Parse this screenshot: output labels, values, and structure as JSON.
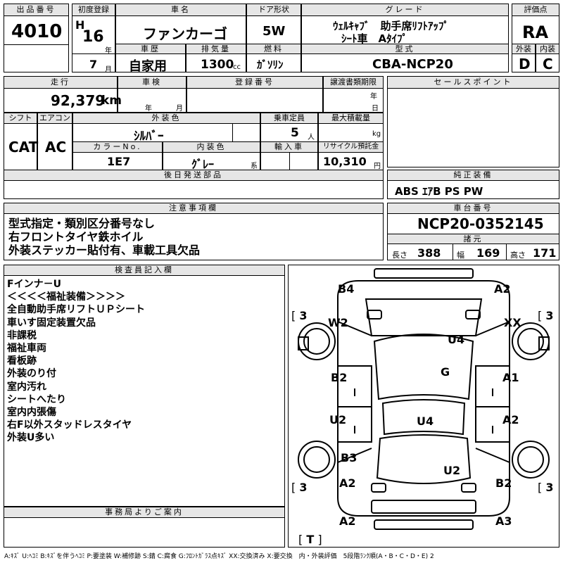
{
  "header": {
    "lot_label": "出品番号",
    "lot_no": "4010",
    "first_reg_label": "初度登録",
    "era": "H",
    "year": "16",
    "year_unit": "年",
    "month": "7",
    "month_unit": "月",
    "name_label": "車名",
    "name": "ファンカーゴ",
    "door_label": "ドア形状",
    "door": "5W",
    "grade_label": "グレード",
    "grade_line1": "ｳｪﾙｷｬﾌﾞ　助手席ﾘﾌﾄｱｯﾌﾟ",
    "grade_line2": "ｼｰﾄ車　Aﾀｲﾌﾟ",
    "score_label": "評価点",
    "score": "RA",
    "history_label": "車歴",
    "history": "自家用",
    "displacement_label": "排気量",
    "displacement": "1300",
    "displacement_unit": "cc",
    "fuel_label": "燃料",
    "fuel": "ｶﾞｿﾘﾝ",
    "model_label": "型式",
    "model": "CBA-NCP20",
    "ext_label": "外装",
    "ext_grade": "D",
    "int_label": "内装",
    "int_grade": "C"
  },
  "row2": {
    "mileage_label": "走行",
    "mileage": "92,379",
    "mileage_unit": "km",
    "inspection_label": "車検",
    "insp_year_unit": "年",
    "insp_month_unit": "月",
    "reg_no_label": "登録番号",
    "transfer_label": "譲渡書類期限",
    "tr_year_unit": "年",
    "tr_month_unit": "月",
    "tr_day_unit": "日",
    "sales_label": "セールスポイント"
  },
  "row3": {
    "shift_label": "シフト",
    "shift": "CAT",
    "ac_label": "エアコン",
    "ac": "AC",
    "color_label": "外装色",
    "color": "ｼﾙﾊﾞｰ",
    "capacity_label": "乗車定員",
    "capacity": "5",
    "capacity_unit": "人",
    "load_label": "最大積載量",
    "load_unit": "kg",
    "color_no_label": "カラーNo.",
    "color_no": "1E7",
    "int_color_label": "内装色",
    "int_color": "ｸﾞﾚｰ",
    "int_color_unit": "系",
    "import_label": "輸入車",
    "recycle_label": "リサイクル預託金",
    "recycle": "10,310",
    "recycle_unit": "円"
  },
  "later_parts_label": "後日発送部品",
  "genuine_label": "純正装備",
  "genuine": "ABS ｴｱB PS PW",
  "caution": {
    "label": "注意事項欄",
    "lines": [
      "型式指定・類別区分番号なし",
      "右フロントタイヤ鉄ホイル",
      "外装ステッカー貼付有、車載工具欠品"
    ]
  },
  "chassis_label": "車台番号",
  "chassis": "NCP20-0352145",
  "dims": {
    "label": "諸元",
    "length_label": "長さ",
    "length": "388",
    "width_label": "幅",
    "width": "169",
    "height_label": "高さ",
    "height": "171"
  },
  "inspector": {
    "label": "検査員記入欄",
    "lines": [
      "Fインナ－U",
      "＜＜＜＜福祉装備＞＞＞＞",
      "全自動助手席リフトＵＰシート",
      "車いす固定装置欠品",
      "非課税",
      "福祉車両",
      "看板跡",
      "外装のり付",
      "室内汚れ",
      "シートへたり",
      "室内内張傷",
      "右F以外スタッドレスタイヤ",
      "外装U多い"
    ]
  },
  "office_label": "事務局よりご案内",
  "diagram": {
    "B4": "B4",
    "A2_top": "A2",
    "W2": "W2",
    "XX": "XX",
    "U4_hood": "U4",
    "G": "G",
    "B2_left": "B2",
    "A1_right": "A1",
    "U2_left": "U2",
    "U4_roof": "U4",
    "A2_right": "A2",
    "B3": "B3",
    "U2_rear": "U2",
    "A2_left_rear": "A2",
    "B2_right_rear": "B2",
    "A2_bottom": "A2",
    "A3_bottom": "A3",
    "tire_fl": "3",
    "tire_fr": "3",
    "tire_rl": "3",
    "tire_rr": "3",
    "trunk": "T"
  },
  "legend": "A:ｷｽﾞ U:ﾍｺﾐ B:ｷｽﾞを伴うﾍｺﾐ P:要塗装 W:補修跡 S:錆 C:腐食 G:ﾌﾛﾝﾄｶﾞﾗｽ点ｷｽﾞ XX:交換済み X:要交換　内・外装評価　5段階ﾗﾝｸ順(A・B・C・D・E) 2"
}
